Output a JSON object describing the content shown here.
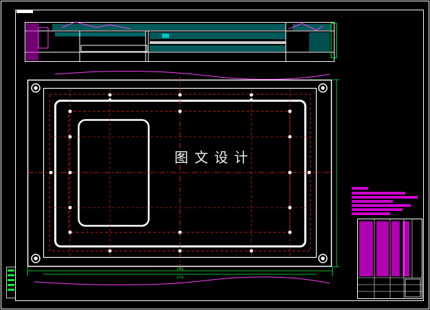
{
  "watermark": "图文设计",
  "colors": {
    "background": "#000000",
    "outline": "#ffffff",
    "centerline": "#ff2a2a",
    "hatch": "#00c8c8",
    "notes": "#d000d0",
    "dimension": "#00ff40",
    "leader": "#ff40ff"
  },
  "dimensions": {
    "bottom_inner": "1278",
    "bottom_outer": "1308"
  }
}
